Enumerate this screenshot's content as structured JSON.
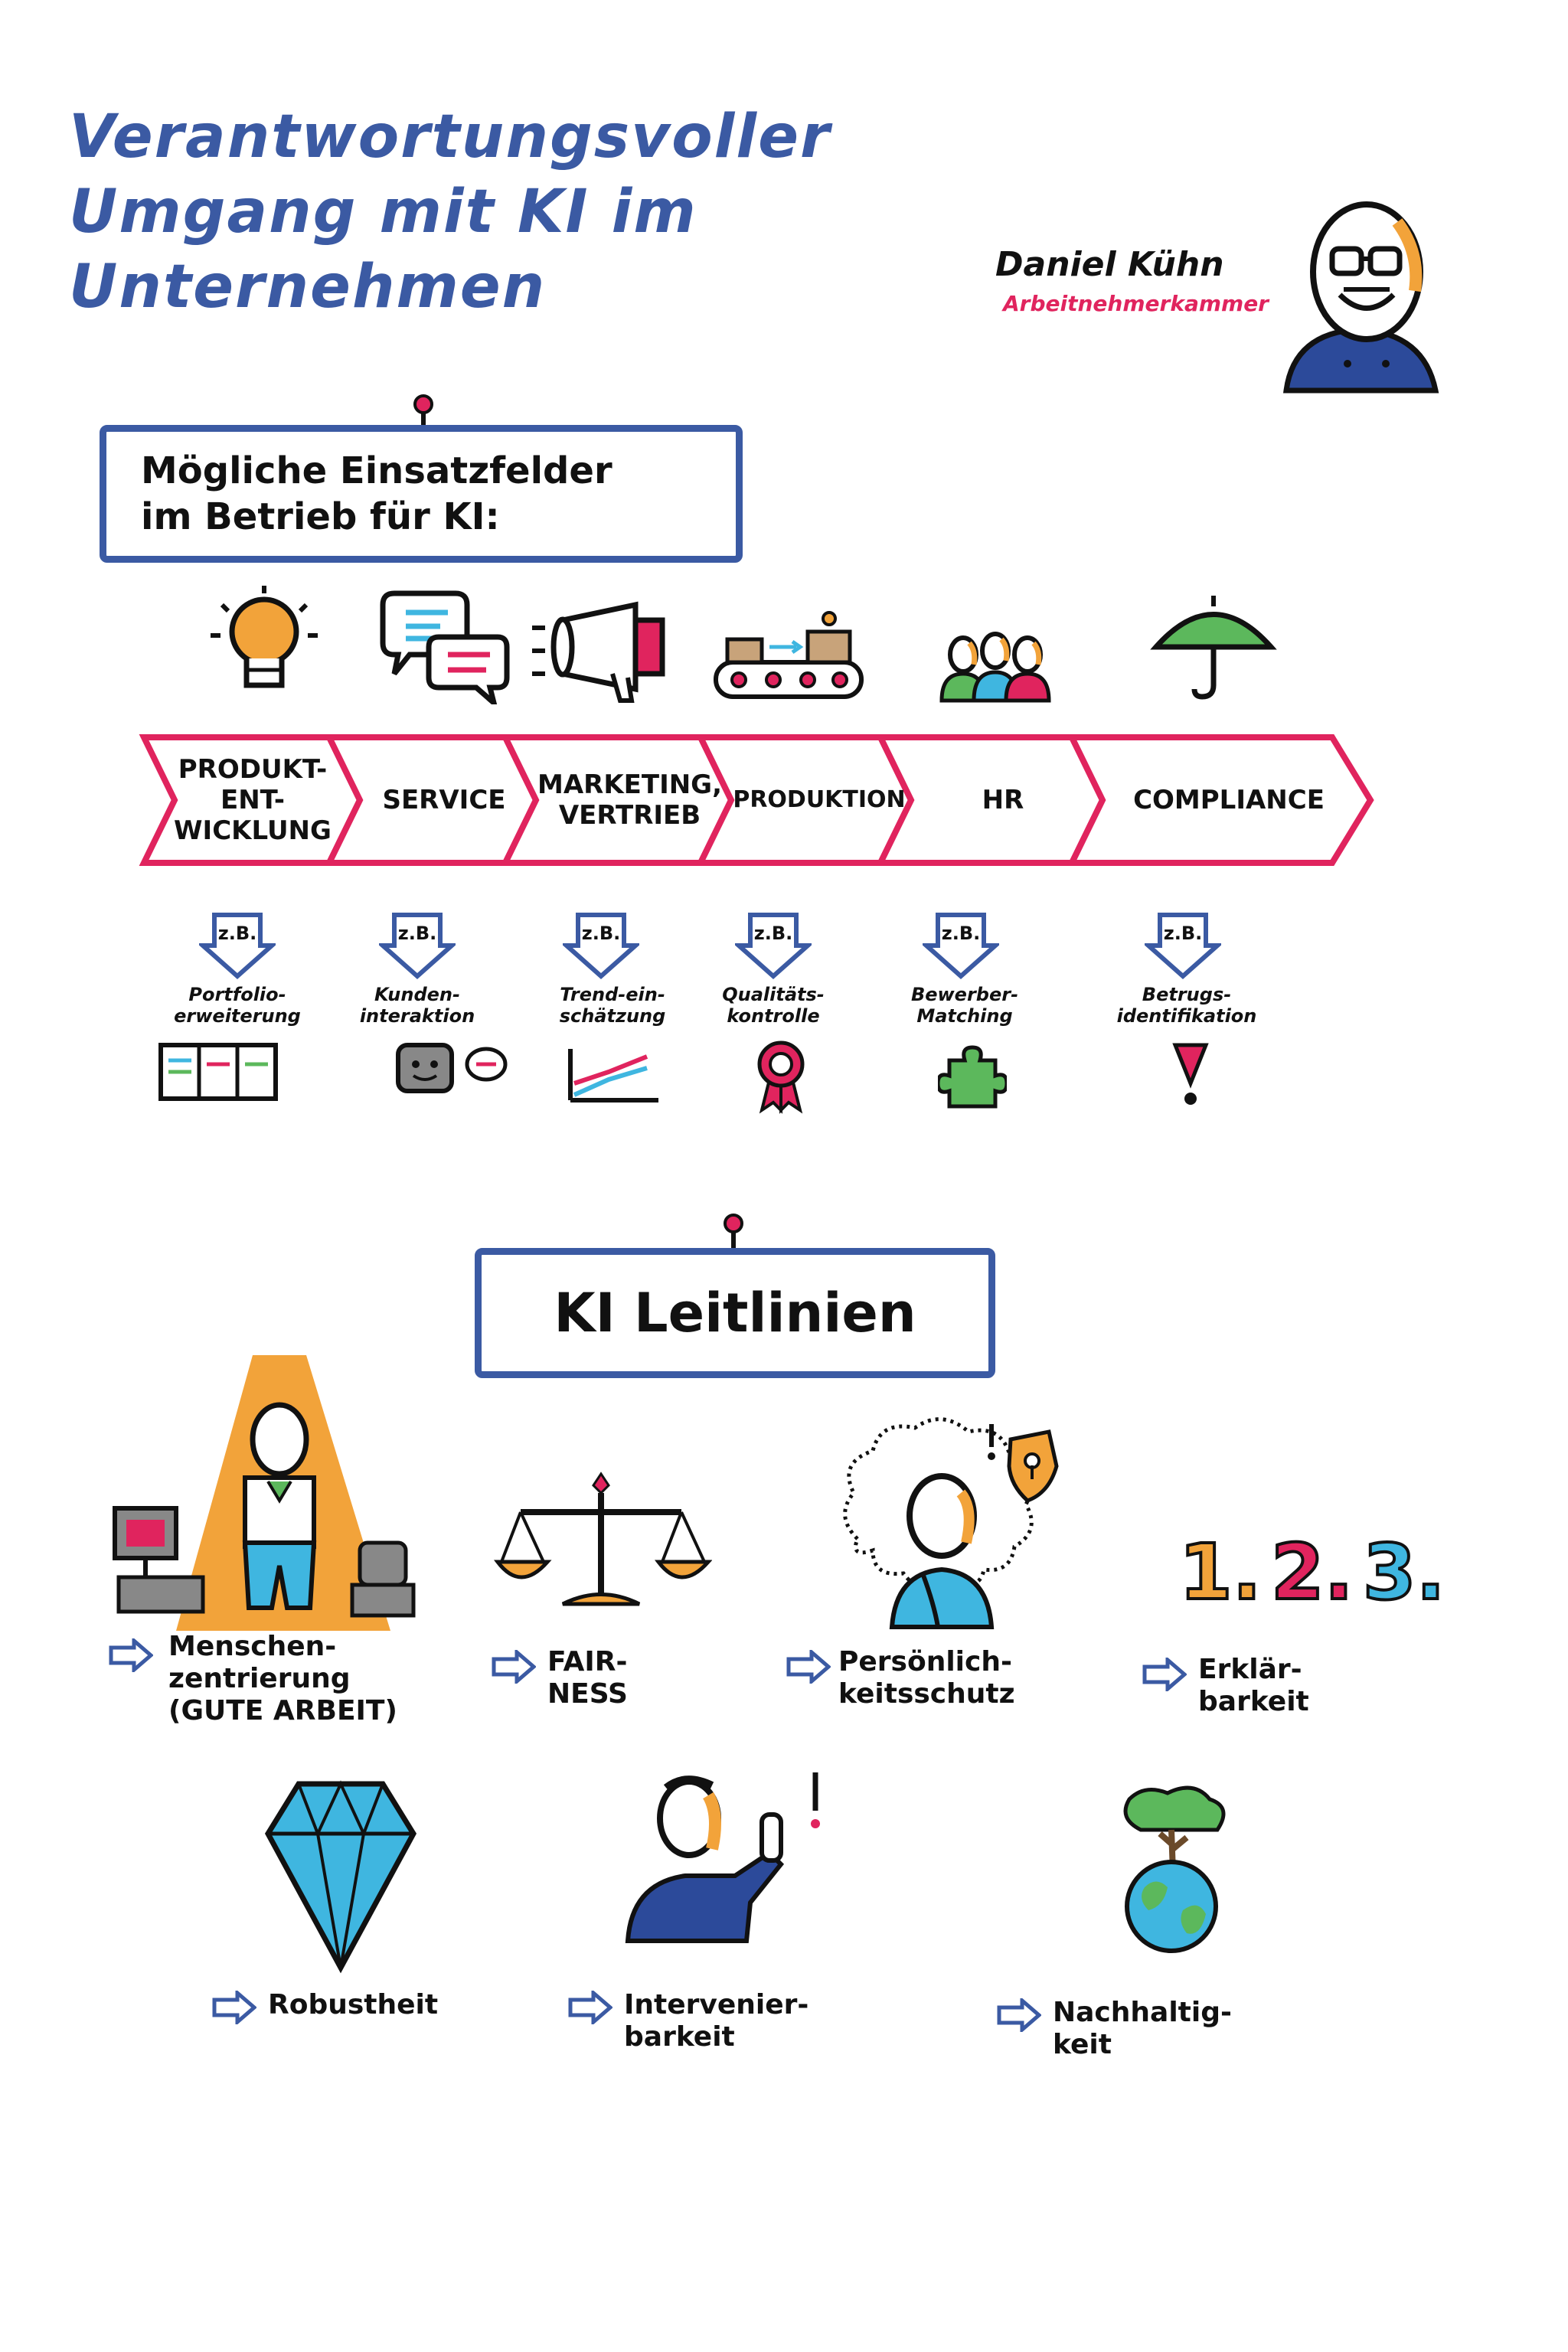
{
  "title": {
    "line1": "Verantwortungsvoller",
    "line2": "Umgang mit KI im",
    "line3": "Unternehmen"
  },
  "author": {
    "name": "Daniel Kühn",
    "org": "Arbeitnehmerkammer"
  },
  "section1": {
    "line1": "Mögliche Einsatzfelder",
    "line2": "im Betrieb für KI:"
  },
  "fields": [
    {
      "label_l1": "PRODUKT-",
      "label_l2": "ENT-",
      "label_l3": "WICKLUNG",
      "icon": "lightbulb-icon",
      "zb": "z.B.",
      "example": "Portfolio-erweiterung",
      "example_icon": "brochure-icon"
    },
    {
      "label_l1": "SERVICE",
      "label_l2": "",
      "label_l3": "",
      "icon": "speech-bubbles-icon",
      "zb": "z.B.",
      "example": "Kunden-interaktion",
      "example_icon": "chatbot-icon"
    },
    {
      "label_l1": "MARKETING,",
      "label_l2": "VERTRIEB",
      "label_l3": "",
      "icon": "megaphone-icon",
      "zb": "z.B.",
      "example": "Trend-ein-schätzung",
      "example_icon": "trend-chart-icon"
    },
    {
      "label_l1": "PRODUKTION",
      "label_l2": "",
      "label_l3": "",
      "icon": "conveyor-belt-icon",
      "zb": "z.B.",
      "example": "Qualitäts-kontrolle",
      "example_icon": "quality-seal-icon"
    },
    {
      "label_l1": "HR",
      "label_l2": "",
      "label_l3": "",
      "icon": "people-group-icon",
      "zb": "z.B.",
      "example": "Bewerber-Matching",
      "example_icon": "puzzle-piece-icon"
    },
    {
      "label_l1": "COMPLIANCE",
      "label_l2": "",
      "label_l3": "",
      "icon": "umbrella-icon",
      "zb": "z.B.",
      "example": "Betrugs-identifikation",
      "example_icon": "warning-exclamation-icon"
    }
  ],
  "section2": {
    "title": "KI Leitlinien"
  },
  "guidelines": [
    {
      "l1": "Menschen-",
      "l2": "zentrierung",
      "l3": "(GUTE ARBEIT)",
      "icon": "spotlight-person-icon"
    },
    {
      "l1": "FAIR-",
      "l2": "NESS",
      "l3": "",
      "icon": "scales-icon"
    },
    {
      "l1": "Persönlich-",
      "l2": "keitsschutz",
      "l3": "",
      "icon": "privacy-person-lock-icon"
    },
    {
      "l1": "Erklär-",
      "l2": "barkeit",
      "l3": "",
      "icon": "numbers-123-icon"
    },
    {
      "l1": "Robustheit",
      "l2": "",
      "l3": "",
      "icon": "diamond-icon"
    },
    {
      "l1": "Intervenier-",
      "l2": "barkeit",
      "l3": "",
      "icon": "person-stop-hand-icon"
    },
    {
      "l1": "Nachhaltig-",
      "l2": "keit",
      "l3": "",
      "icon": "globe-tree-icon"
    }
  ],
  "numbers_icon_text": {
    "n1": "1.",
    "n2": "2.",
    "n3": "3."
  },
  "colors": {
    "blue": "#3b5aa3",
    "pink": "#e0245e",
    "orange": "#f2a33a",
    "green": "#5cb85c",
    "cyan": "#3fb6e0"
  }
}
